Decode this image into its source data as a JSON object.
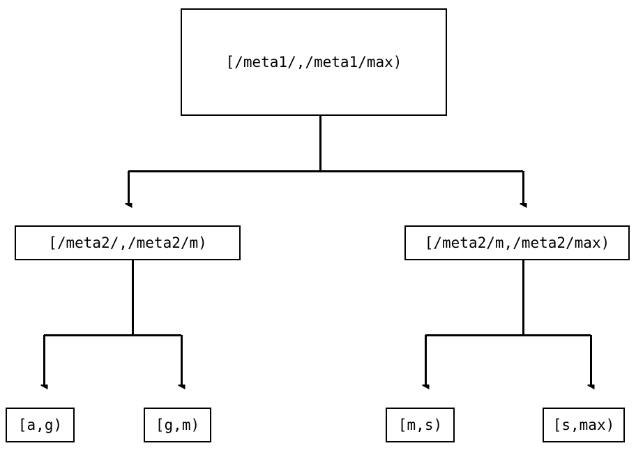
{
  "diagram": {
    "type": "tree",
    "title": "",
    "background_color": "#ffffff",
    "line_color": "#000000",
    "text_color": "#000000",
    "nodes": {
      "root": {
        "label": "[/meta1/,/meta1/max)",
        "level": 0
      },
      "mid_left": {
        "label": "[/meta2/,/meta2/m)",
        "level": 1
      },
      "mid_right": {
        "label": "[/meta2/m,/meta2/max)",
        "level": 1
      },
      "leaf_1": {
        "label": "[a,g)",
        "level": 2
      },
      "leaf_2": {
        "label": "[g,m)",
        "level": 2
      },
      "leaf_3": {
        "label": "[m,s)",
        "level": 2
      },
      "leaf_4": {
        "label": "[s,max)",
        "level": 2
      }
    },
    "edges": [
      {
        "from": "root",
        "to": "mid_left"
      },
      {
        "from": "root",
        "to": "mid_right"
      },
      {
        "from": "mid_left",
        "to": "leaf_1"
      },
      {
        "from": "mid_left",
        "to": "leaf_2"
      },
      {
        "from": "mid_right",
        "to": "leaf_3"
      },
      {
        "from": "mid_right",
        "to": "leaf_4"
      }
    ]
  }
}
